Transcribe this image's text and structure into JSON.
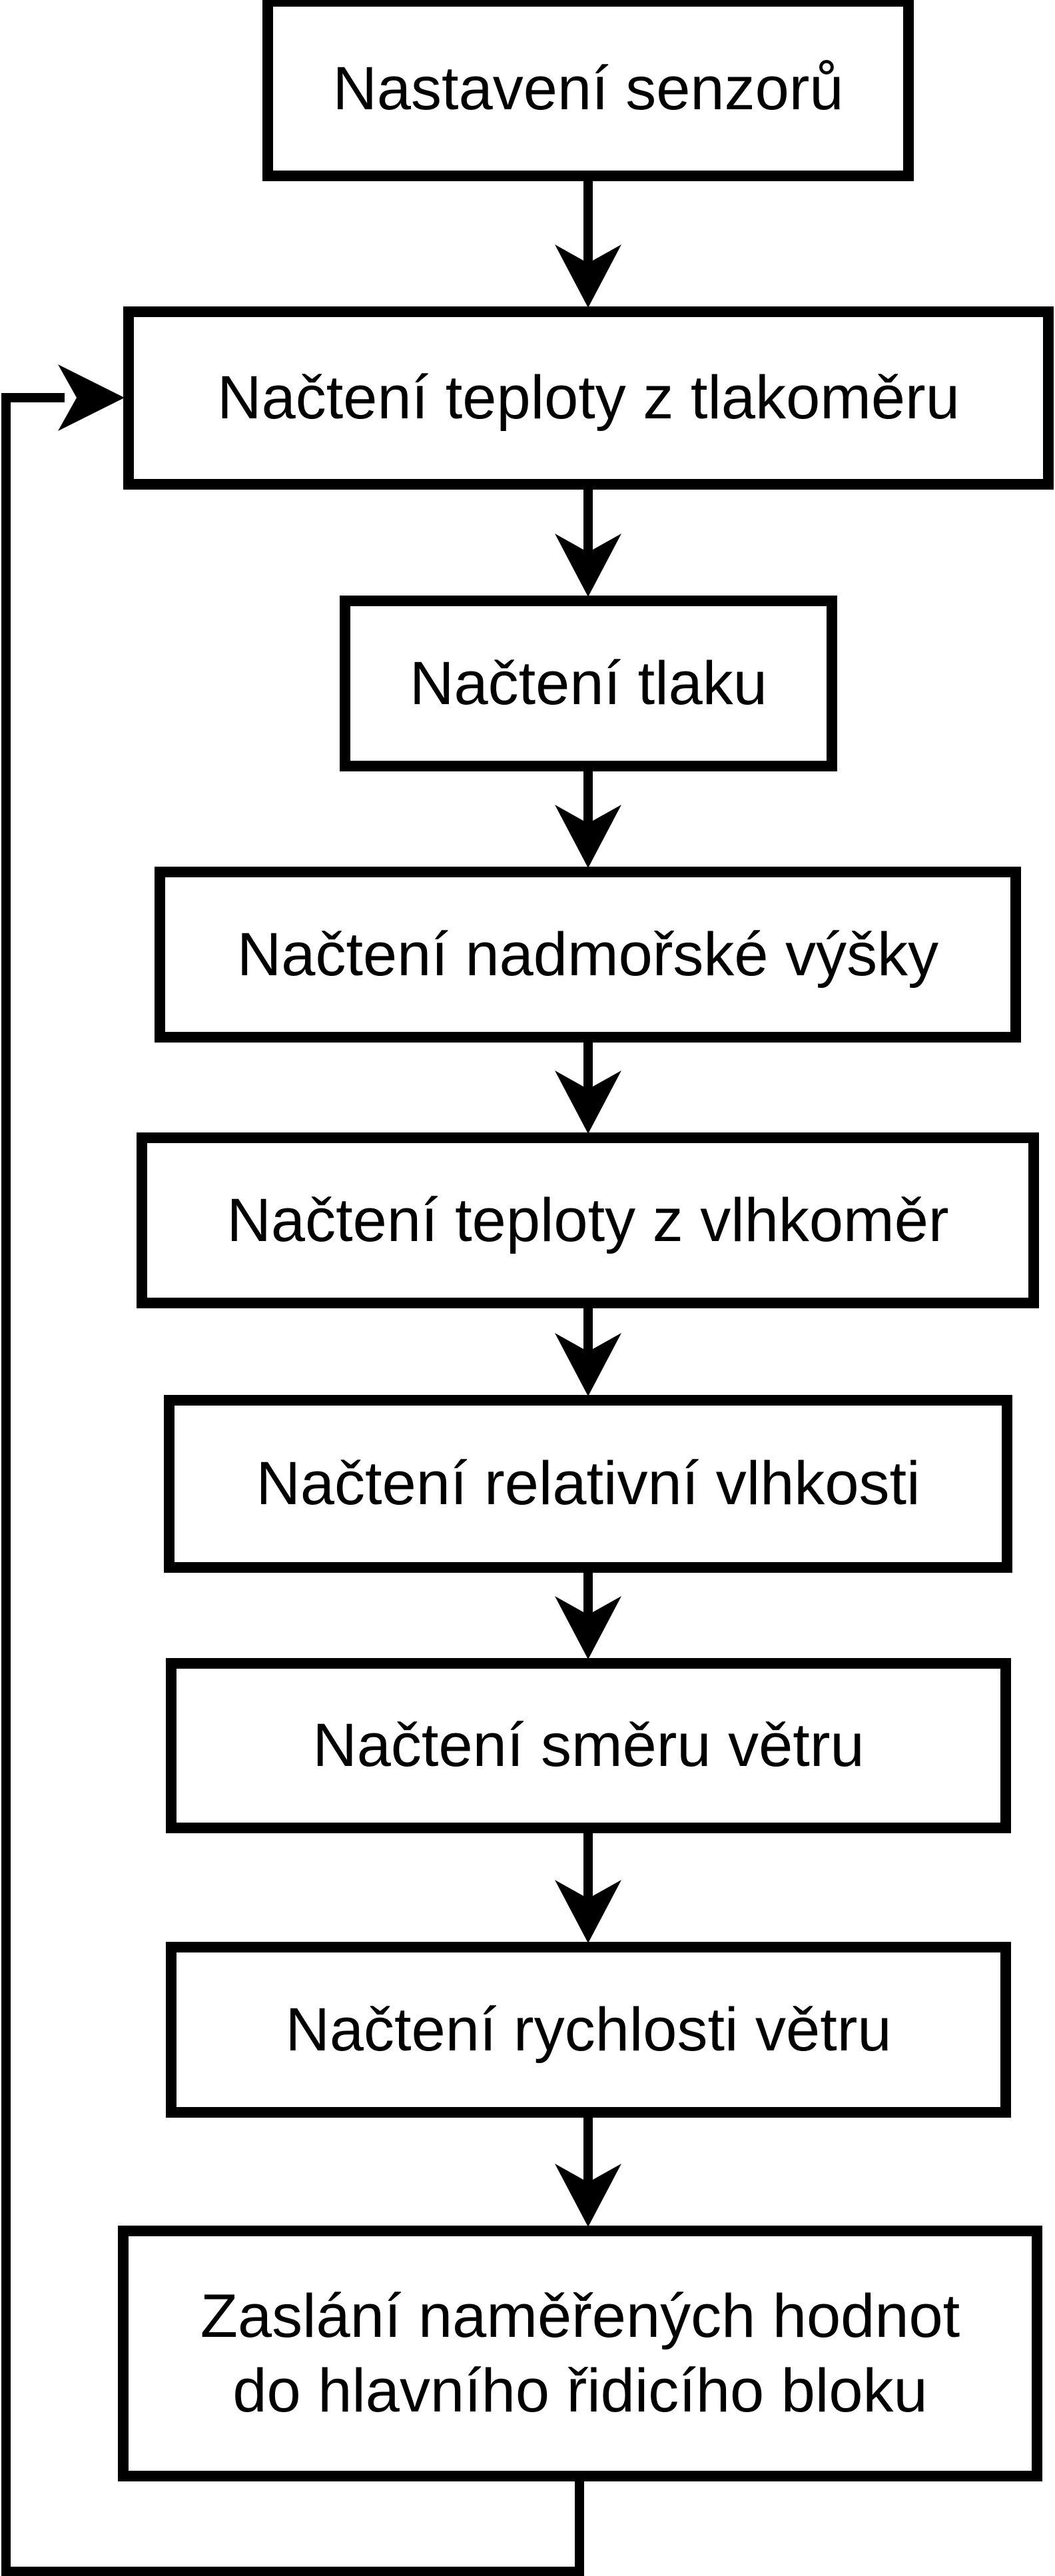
{
  "diagram": {
    "title": "Sensor reading flowchart",
    "colors": {
      "background": "#ffffff",
      "box_fill": "#ffffff",
      "line": "#000000",
      "text": "#000000"
    },
    "nodes": [
      {
        "id": "nastaveni-senzoru",
        "label": "Nastavení senzorů"
      },
      {
        "id": "nacteni-teploty-z-tlakomeru",
        "label": "Načtení teploty z tlakoměru"
      },
      {
        "id": "nacteni-tlaku",
        "label": "Načtení tlaku"
      },
      {
        "id": "nacteni-nadmorske-vysky",
        "label": "Načtení nadmořské výšky"
      },
      {
        "id": "nacteni-teploty-z-vlhkomer",
        "label": "Načtení teploty z vlhkoměr"
      },
      {
        "id": "nacteni-relativni-vlhkosti",
        "label": "Načtení relativní vlhkosti"
      },
      {
        "id": "nacteni-smeru-vetru",
        "label": "Načtení směru větru"
      },
      {
        "id": "nacteni-rychlosti-vetru",
        "label": "Načtení rychlosti větru"
      },
      {
        "id": "zaslani-namerenych-hodnot",
        "label": "Zaslání naměřených hodnot do hlavního řidicího bloku",
        "lines": [
          "Zaslání naměřených hodnot",
          "do hlavního řidicího bloku"
        ]
      }
    ],
    "edges": [
      {
        "from": "nastaveni-senzoru",
        "to": "nacteni-teploty-z-tlakomeru",
        "type": "down"
      },
      {
        "from": "nacteni-teploty-z-tlakomeru",
        "to": "nacteni-tlaku",
        "type": "down"
      },
      {
        "from": "nacteni-tlaku",
        "to": "nacteni-nadmorske-vysky",
        "type": "down"
      },
      {
        "from": "nacteni-nadmorske-vysky",
        "to": "nacteni-teploty-z-vlhkomer",
        "type": "down"
      },
      {
        "from": "nacteni-teploty-z-vlhkomer",
        "to": "nacteni-relativni-vlhkosti",
        "type": "down"
      },
      {
        "from": "nacteni-relativni-vlhkosti",
        "to": "nacteni-smeru-vetru",
        "type": "down"
      },
      {
        "from": "nacteni-smeru-vetru",
        "to": "nacteni-rychlosti-vetru",
        "type": "down"
      },
      {
        "from": "nacteni-rychlosti-vetru",
        "to": "zaslani-namerenych-hodnot",
        "type": "down"
      },
      {
        "from": "zaslani-namerenych-hodnot",
        "to": "nacteni-teploty-z-tlakomeru",
        "type": "loop-back"
      }
    ]
  }
}
